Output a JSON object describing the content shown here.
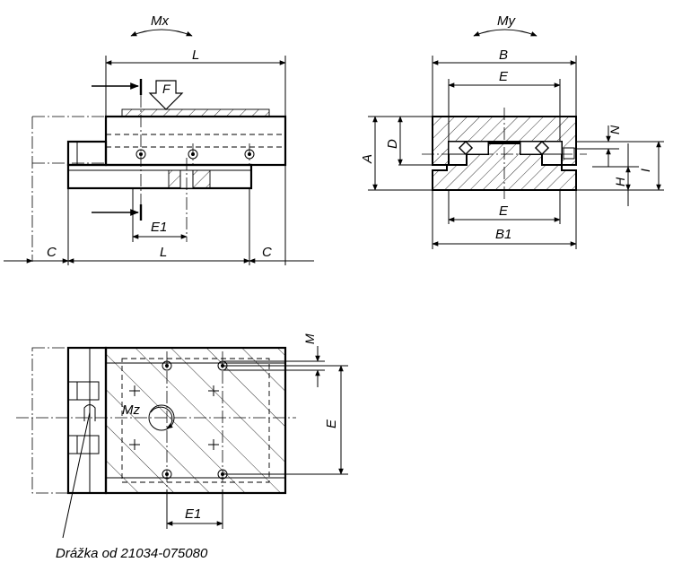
{
  "labels": {
    "mx": "Mx",
    "my": "My",
    "mz": "Mz",
    "f": "F",
    "l_top": "L",
    "l_bottom": "L",
    "c_left": "C",
    "c_right": "C",
    "e1_front": "E1",
    "e1_top": "E1",
    "b": "B",
    "e_top": "E",
    "e_bottom": "E",
    "b1": "B1",
    "a": "A",
    "d": "D",
    "n": "N",
    "h": "H",
    "i": "I",
    "m": "M",
    "e_plan": "E",
    "groove_note": "Drážka od 21034-075080"
  },
  "colors": {
    "line": "#000000",
    "background": "#ffffff"
  }
}
